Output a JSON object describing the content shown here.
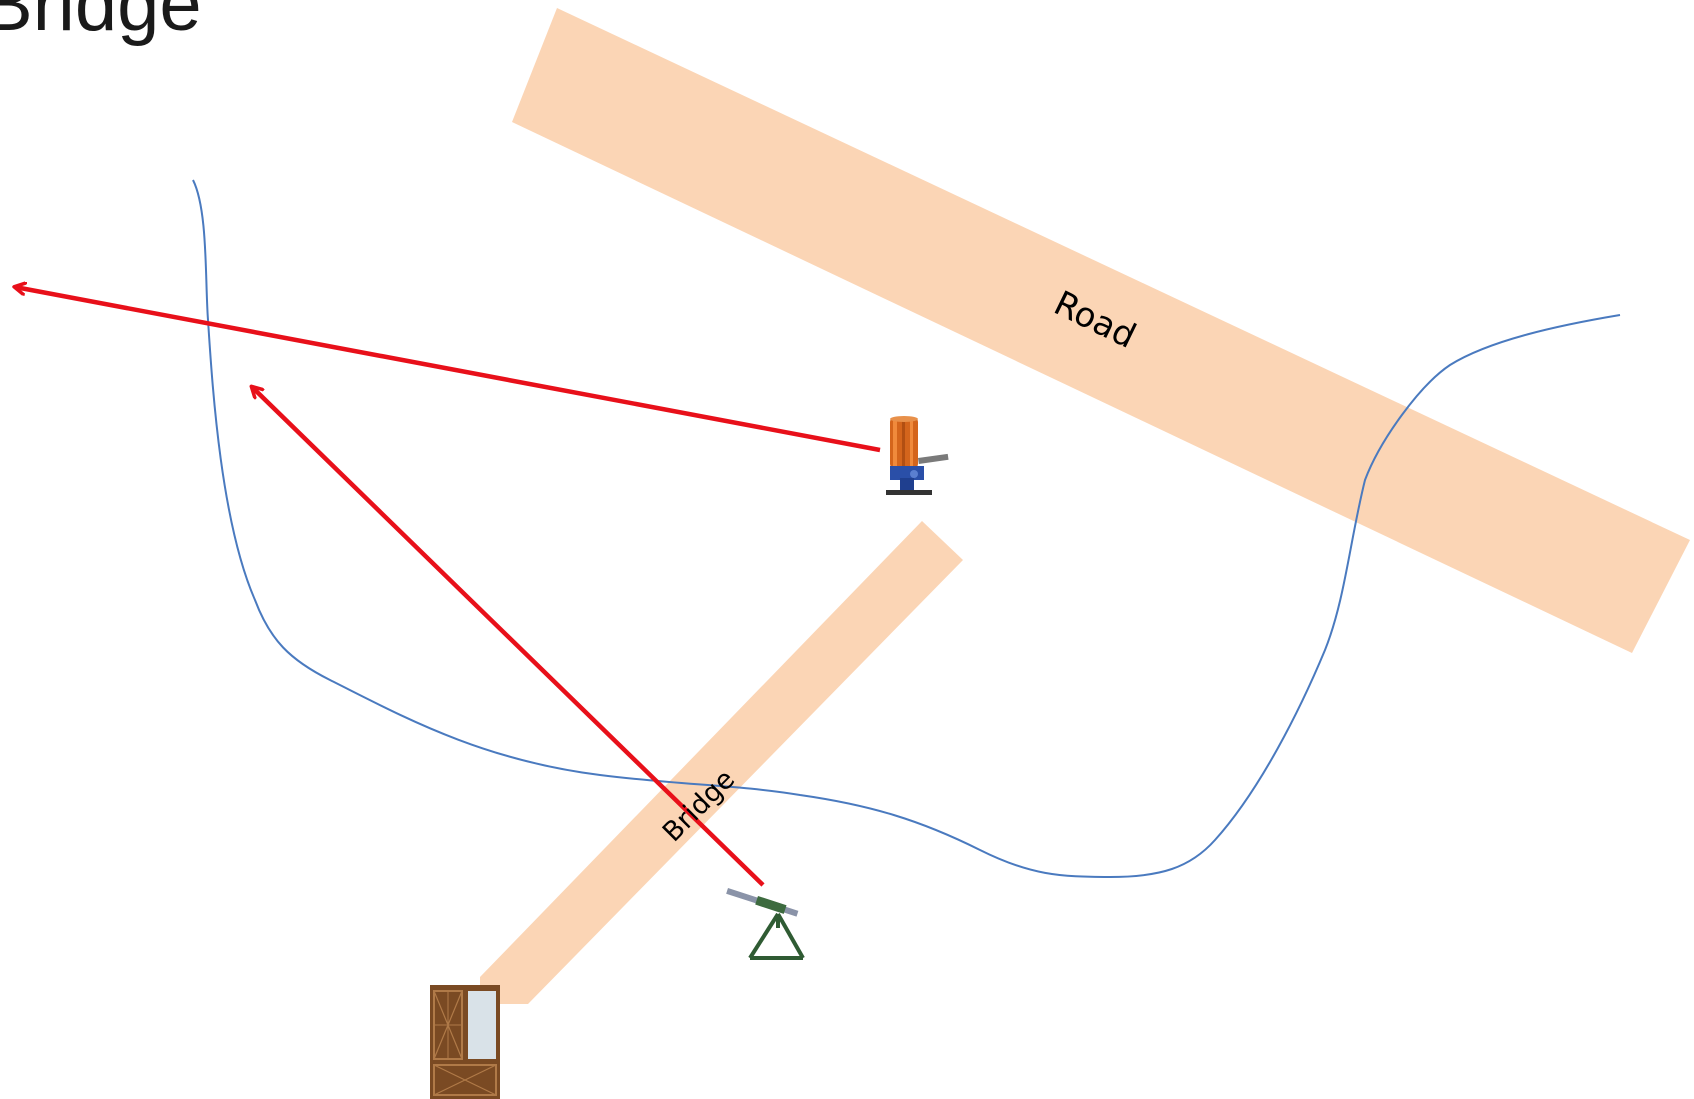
{
  "slide": {
    "title": "Bridge"
  },
  "labels": {
    "road": "Road",
    "bridge": "Bridge"
  },
  "colors": {
    "road_fill": "#fbd5b5",
    "river_stroke": "#4a7abf",
    "arrow_stroke": "#e8101a",
    "background": "#ffffff"
  },
  "icons": {
    "trap": "clay-target-trap-machine-icon",
    "gun": "mounted-gun-on-tripod-icon",
    "stand": "wooden-shooting-stand-icon"
  }
}
